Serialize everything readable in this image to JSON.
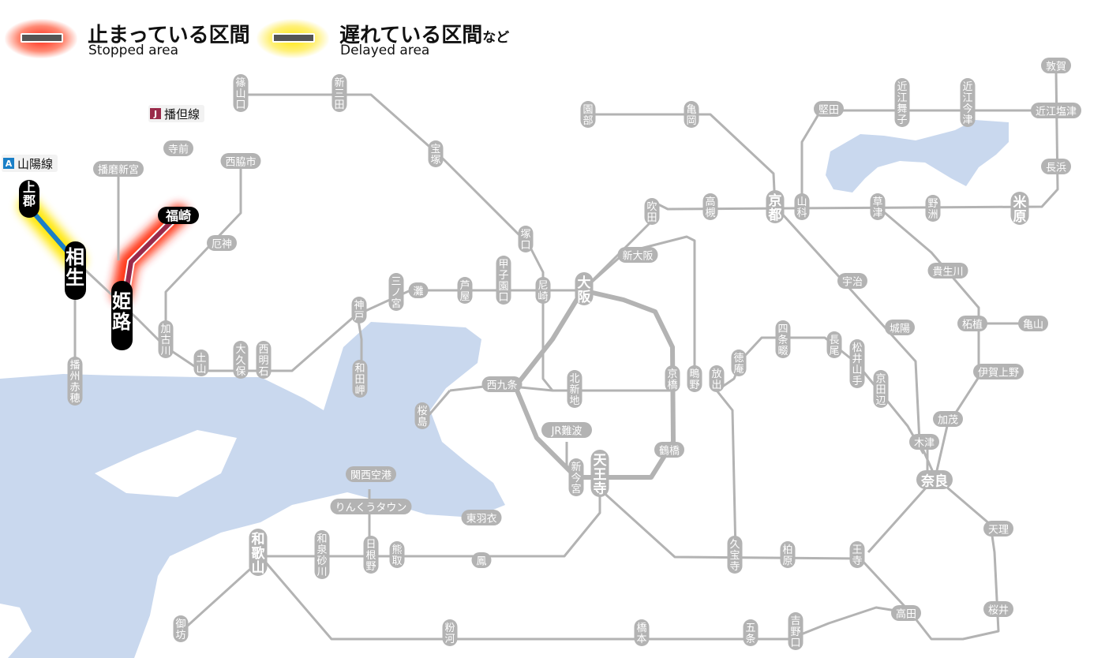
{
  "legend": {
    "stopped": {
      "label_jp": "止まっている区間",
      "label_en": "Stopped area"
    },
    "delayed": {
      "label_jp": "遅れている区間",
      "label_jp_suffix": "など",
      "label_en": "Delayed area"
    }
  },
  "lines": {
    "sanyo": {
      "code": "A",
      "name": "山陽線",
      "color": "#1a7fc7",
      "status": "delayed"
    },
    "bantan": {
      "code": "J",
      "name": "播但線",
      "color": "#9a2a4a",
      "status": "stopped"
    }
  },
  "colors": {
    "rail": "#b3b3b3",
    "water": "#c9d8ee",
    "station_bg": "#b3b3b3",
    "major_station_bg": "#000000",
    "stopped_glow": "#ff2200",
    "delayed_glow": "#ffe600"
  },
  "stations": {
    "kamigori": "上郡",
    "aioi": "相生",
    "himeji": "姫路",
    "fukusaki": "福崎",
    "banshu_ako": "播州赤穂",
    "harima_shingu": "播磨新宮",
    "teramae": "寺前",
    "nishiwakishi": "西脇市",
    "yakujin": "厄神",
    "kakogawa": "加古川",
    "dobo": "土山",
    "okubo": "大久保",
    "nishi_akashi": "西明石",
    "wadamisaki": "和田岬",
    "kobe": "神戸",
    "sannomiya": "三ノ宮",
    "nada": "灘",
    "ashiya": "芦屋",
    "koshienguchi": "甲子園口",
    "amagasaki": "尼崎",
    "osaka": "大阪",
    "sasayamaguchi": "篠山口",
    "shinsanda": "新三田",
    "takarazuka": "宝塚",
    "tsukaguchi": "塚口",
    "sonobe": "園部",
    "kameoka": "亀岡",
    "kyoto": "京都",
    "yamashina": "山科",
    "katata": "堅田",
    "omi_maiko": "近江舞子",
    "omi_imazu": "近江今津",
    "tsuruga": "敦賀",
    "omi_shiotsu": "近江塩津",
    "nagahama": "長浜",
    "maibara": "米原",
    "kusatsu": "草津",
    "yasu": "野洲",
    "takatsuki": "高槻",
    "suita": "吹田",
    "shin_osaka": "新大阪",
    "tsuge": "柘植",
    "kameyama": "亀山",
    "kibukawa": "貴生川",
    "iga_ueno": "伊賀上野",
    "kamo": "加茂",
    "kizu": "木津",
    "nara": "奈良",
    "uji": "宇治",
    "joyo": "城陽",
    "shijonawate": "四条畷",
    "nagao": "長尾",
    "matsuiyamate": "松井山手",
    "kyotanabe": "京田辺",
    "tokuan": "徳庵",
    "hanaten": "放出",
    "shigino": "鴫野",
    "kyobashi": "京橋",
    "tsuruhashi": "鶴橋",
    "tennoji": "天王寺",
    "shin_imamiya": "新今宮",
    "jr_namba": "JR難波",
    "kitashinchi": "北新地",
    "nishikujo": "西九条",
    "sakurajima": "桜島",
    "tenri": "天理",
    "sakurai": "桜井",
    "oji": "王寺",
    "takada": "高田",
    "kashiwara": "柏原",
    "kyuhoji": "久宝寺",
    "otori": "鳳",
    "higashi_hagoromo": "東羽衣",
    "kumatori": "熊取",
    "hineno": "日根野",
    "rinku_town": "りんくうタウン",
    "kansai_airport": "関西空港",
    "izumisunagawa": "和泉砂川",
    "wakayama": "和歌山",
    "gobo": "御坊",
    "konokawa": "粉河",
    "hashimoto": "橋本",
    "gojo": "五条",
    "yoshinoguchi": "吉野口"
  }
}
